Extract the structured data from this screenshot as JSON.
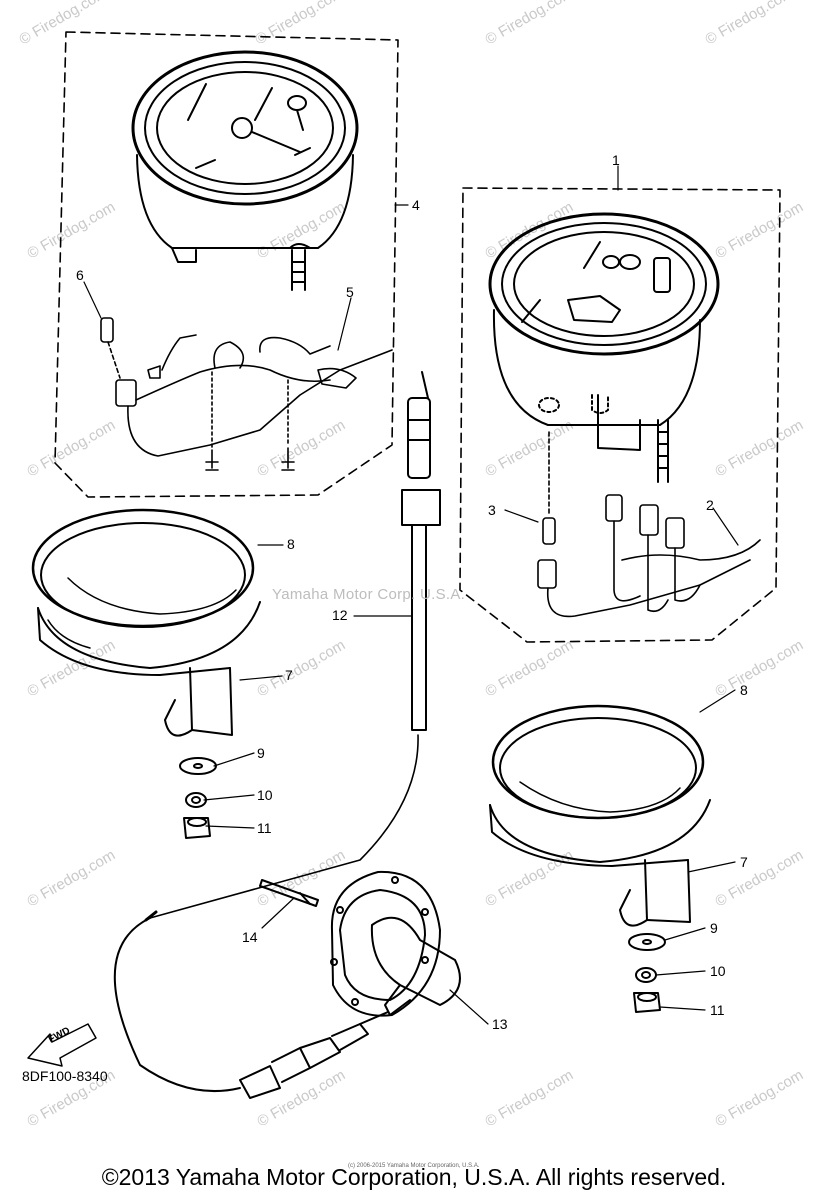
{
  "watermark": {
    "firedog": "© Firedog.com",
    "center": "Yamaha Motor Corp. U.S.A."
  },
  "diagram": {
    "part_code": "8DF100-8340",
    "fwd_label": "FWD",
    "callouts": [
      "1",
      "2",
      "3",
      "4",
      "5",
      "6",
      "7",
      "8",
      "9",
      "10",
      "11",
      "12",
      "13",
      "14",
      "7",
      "8",
      "9",
      "10",
      "11"
    ]
  },
  "footer": {
    "copyright": "©2013 Yamaha Motor Corporation, U.S.A. All rights reserved.",
    "fine_print": "(c) 2006-2015 Yamaha Motor Corporation, U.S.A."
  }
}
